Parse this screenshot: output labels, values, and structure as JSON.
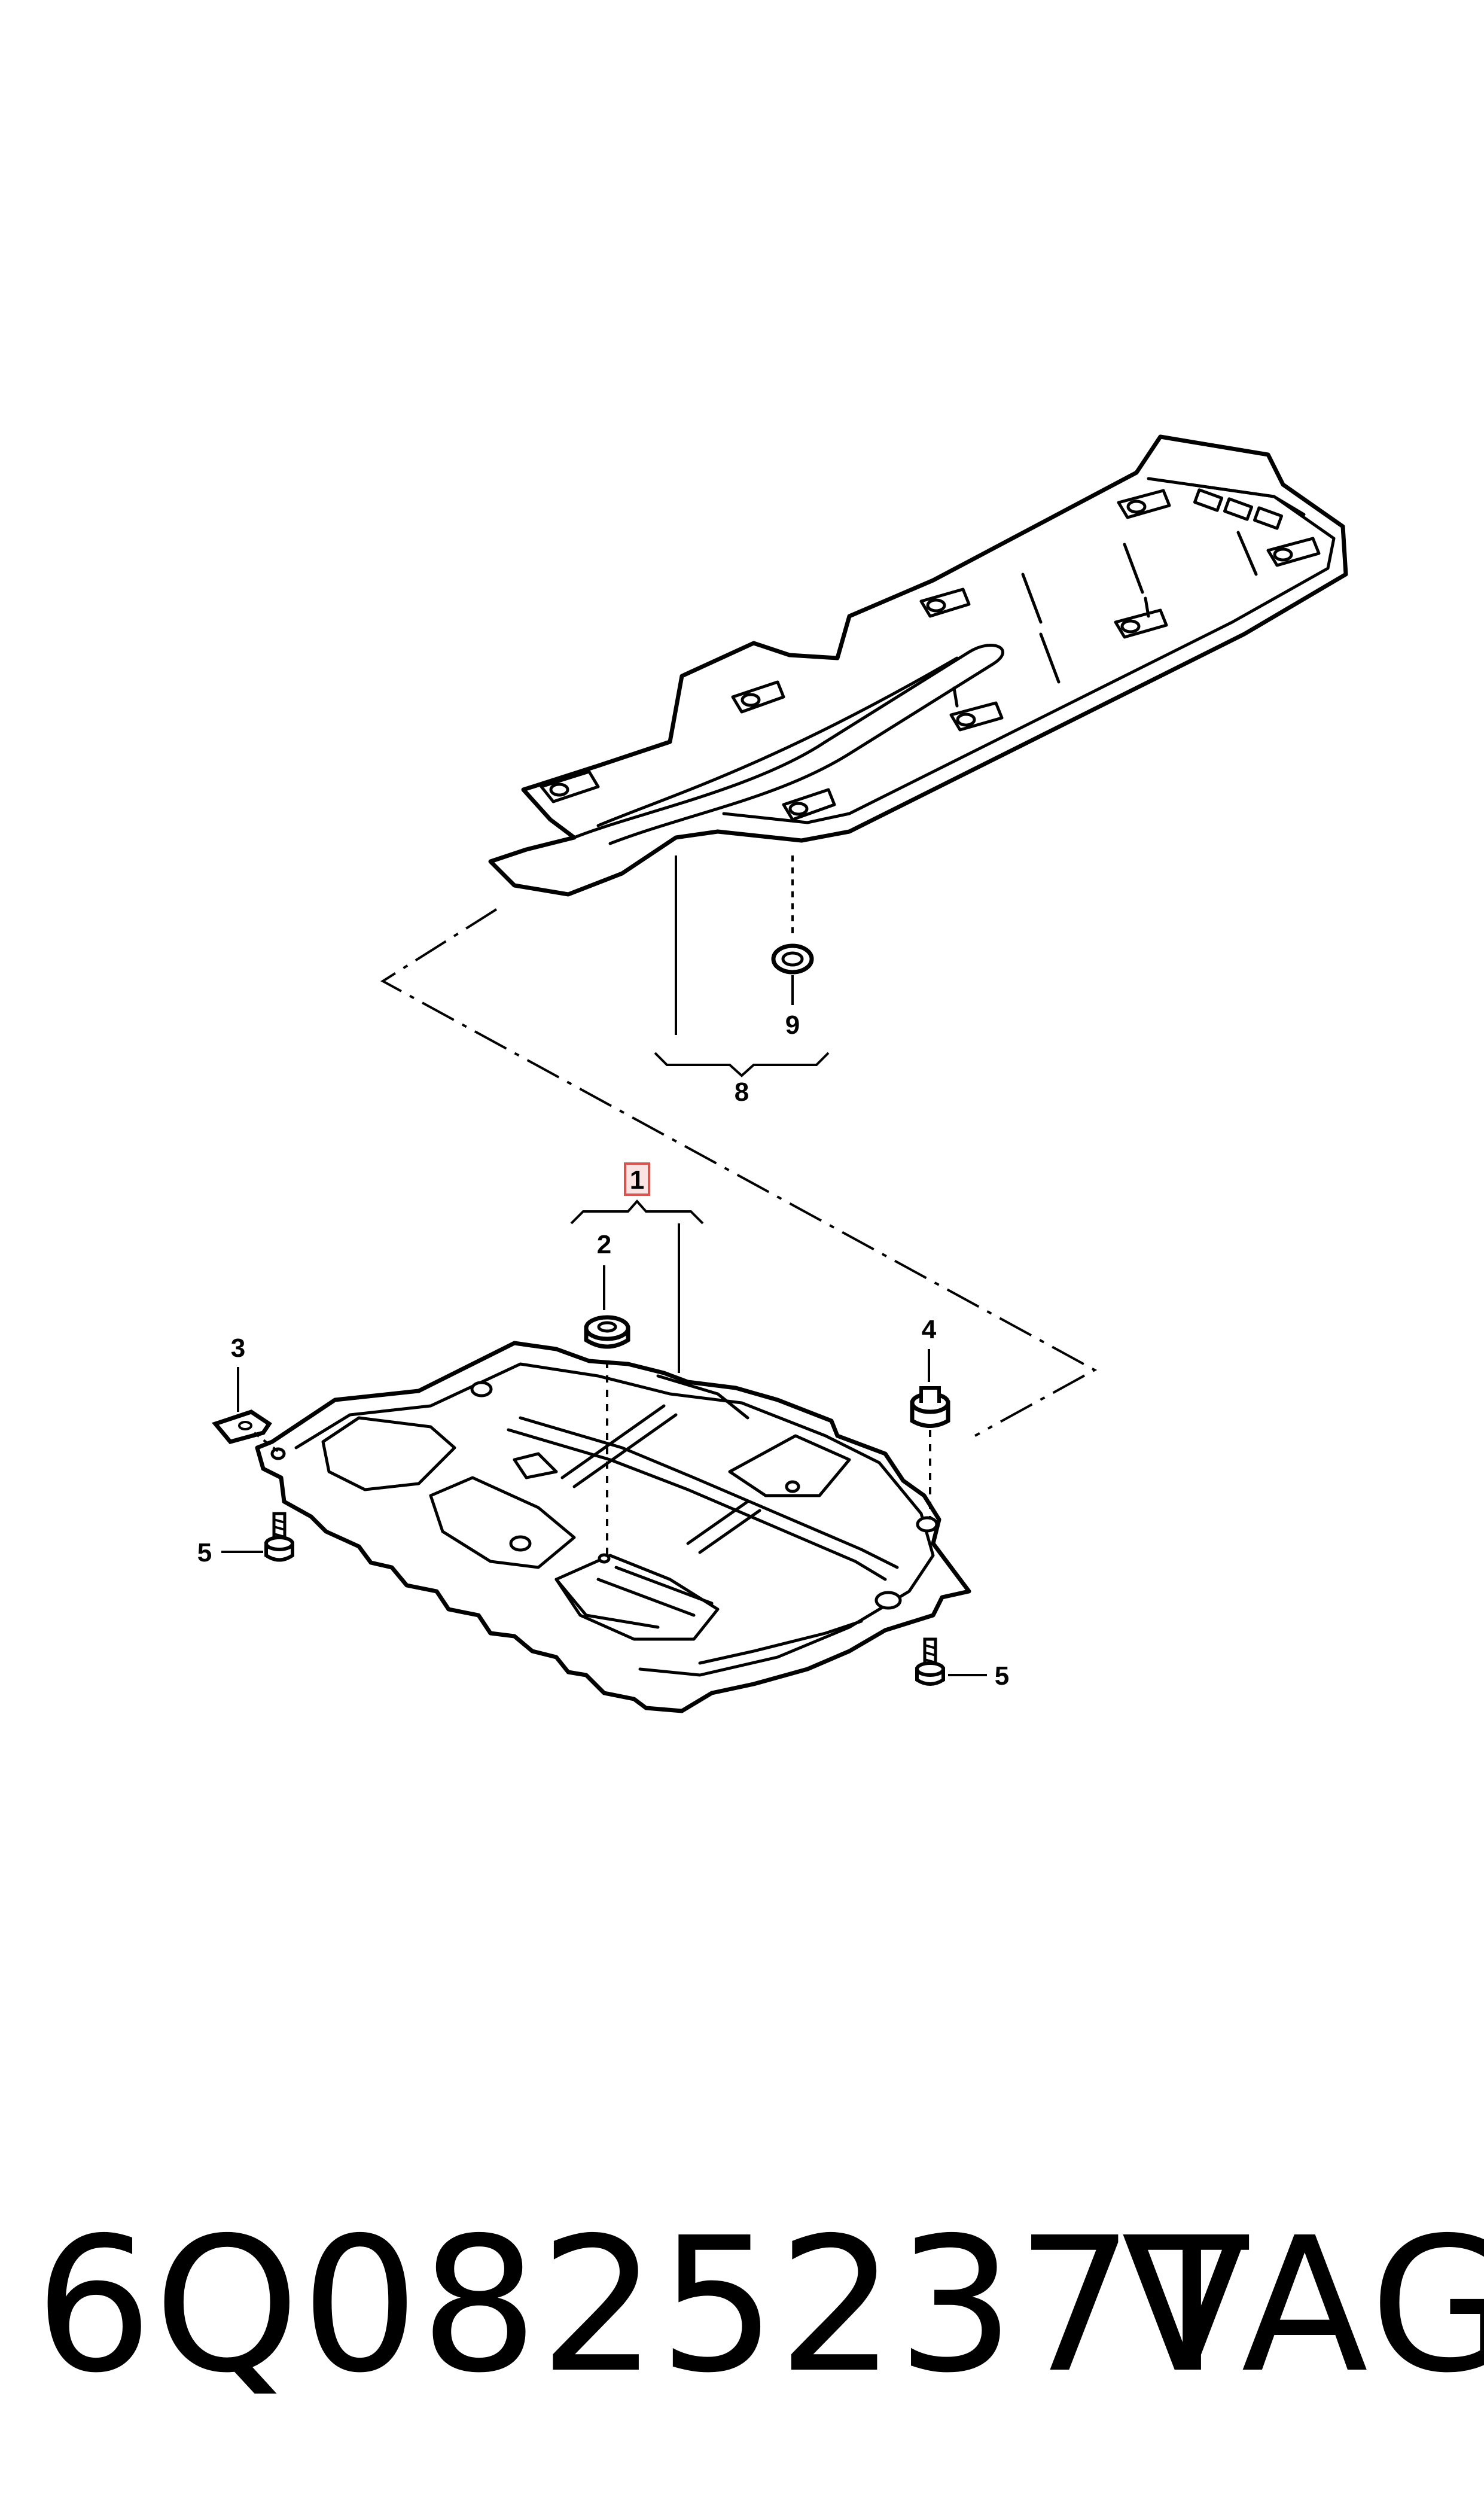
{
  "callouts": {
    "c1": "1",
    "c2": "2",
    "c3": "3",
    "c4": "4",
    "c5a": "5",
    "c5b": "5",
    "c8": "8",
    "c9": "9"
  },
  "footer": {
    "part_number": "6Q0825237T",
    "brand": "VAG"
  },
  "colors": {
    "line": "#000000",
    "highlight_box": "#d9534f",
    "highlight_fill": "#fbe3e3"
  }
}
